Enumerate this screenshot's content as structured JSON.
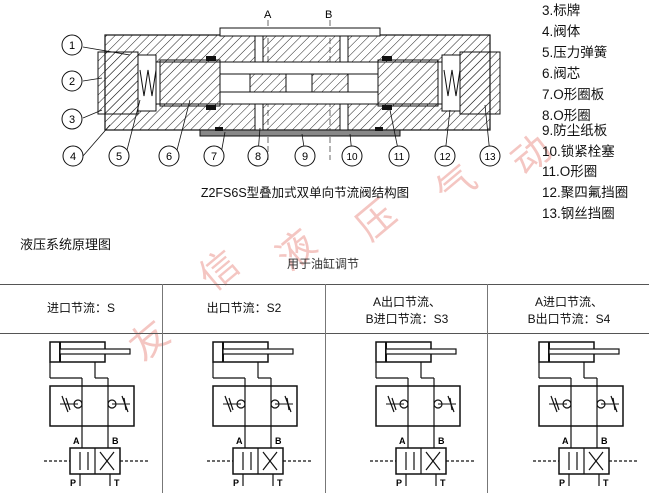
{
  "section_labels": {
    "a": "A",
    "b": "B"
  },
  "callouts": [
    "1",
    "2",
    "3",
    "4",
    "5",
    "6",
    "7",
    "8",
    "9",
    "10",
    "11",
    "12",
    "13"
  ],
  "legend": [
    {
      "label": "3.标牌"
    },
    {
      "label": "4.阀体"
    },
    {
      "label": "5.压力弹簧"
    },
    {
      "label": "6.阀芯"
    },
    {
      "label": "7.O形圈板"
    },
    {
      "label": "8.O形圈"
    },
    {
      "label": "9.防尘纸板"
    },
    {
      "label": "10.锁紧栓塞"
    },
    {
      "label": "11.O形圈"
    },
    {
      "label": "12.聚四氟挡圈"
    },
    {
      "label": "13.钢丝挡圈"
    }
  ],
  "caption": "Z2FS6S型叠加式双单向节流阀结构图",
  "principle_title": "液压系统原理图",
  "adjust_note": "用于油缸调节",
  "watermark_chars": [
    "友",
    "信",
    "液",
    "压",
    "气",
    "动"
  ],
  "columns": [
    {
      "line1": "进口节流：S",
      "line2": ""
    },
    {
      "line1": "出口节流：S2",
      "line2": ""
    },
    {
      "line1": "A出口节流、",
      "line2": "B进口节流：S3"
    },
    {
      "line1": "A进口节流、",
      "line2": "B出口节流：S4"
    }
  ],
  "port_labels": {
    "a": "A",
    "b": "B",
    "p": "P",
    "t": "T"
  }
}
